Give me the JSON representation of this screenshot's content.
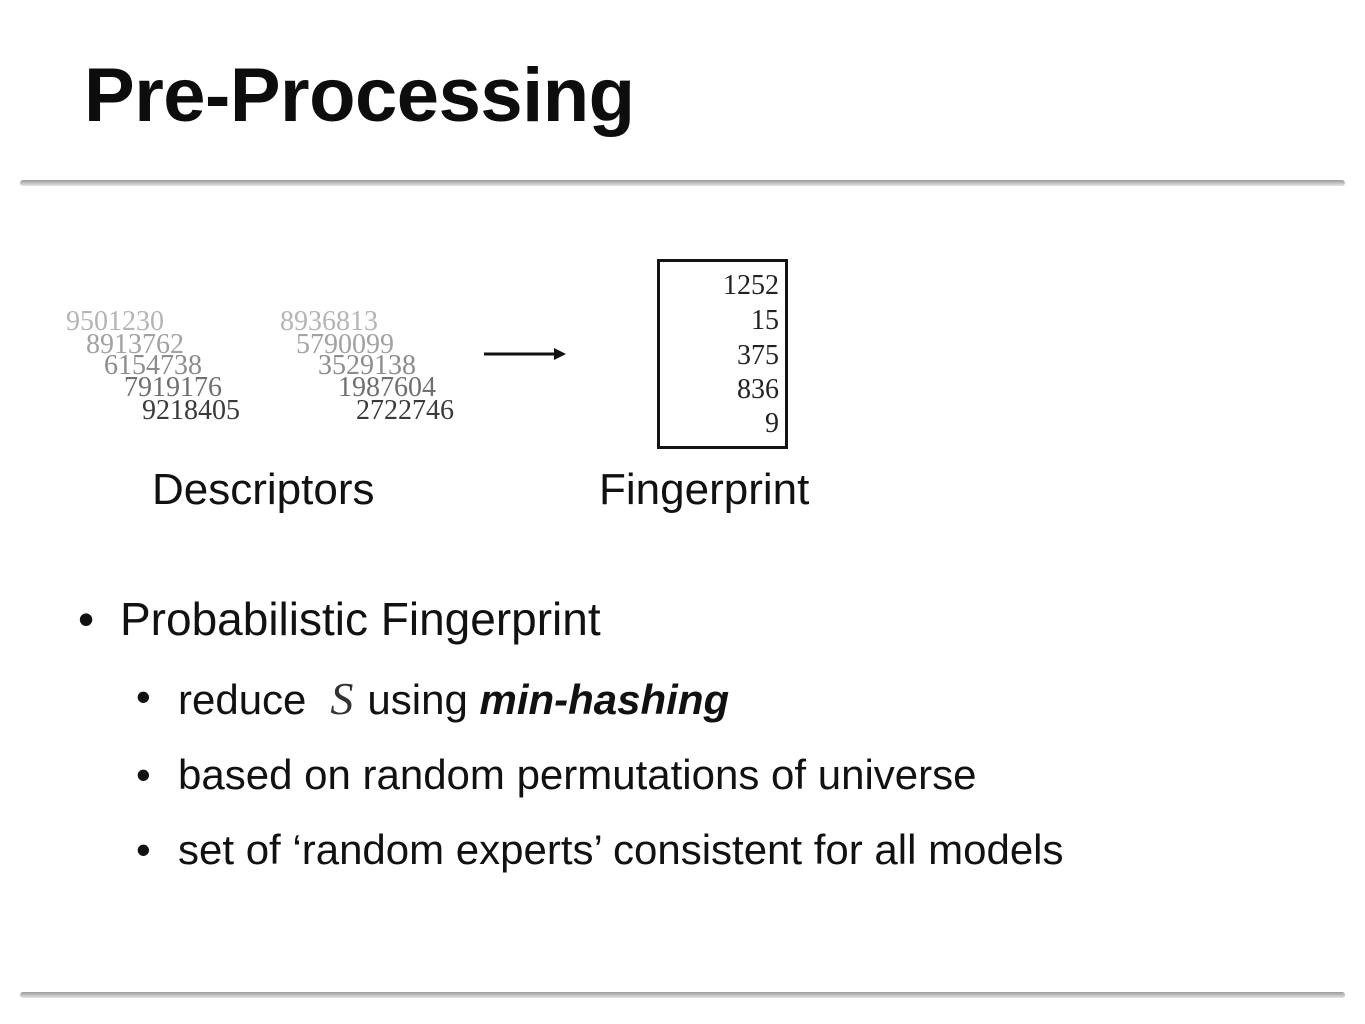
{
  "slide": {
    "title": "Pre-Processing"
  },
  "diagram": {
    "descriptor_sets": [
      [
        "9501230",
        "8913762",
        "6154738",
        "7919176",
        "9218405"
      ],
      [
        "8936813",
        "5790099",
        "3529138",
        "1987604",
        "2722746"
      ]
    ],
    "descriptors_label": "Descriptors",
    "fingerprint_values": [
      "1252",
      "15",
      "375",
      "836",
      "9"
    ],
    "fingerprint_label": "Fingerprint",
    "arrow_icon": "right-arrow-icon",
    "descriptor_shades": [
      "#b5b5b5",
      "#a2a2a2",
      "#8c8c8c",
      "#6f6f6f",
      "#3a3a3a"
    ]
  },
  "bullets": {
    "main": "Probabilistic Fingerprint",
    "sub": [
      {
        "before": "reduce",
        "symbol": "S",
        "middle": "using",
        "emphasis": "min-hashing"
      },
      {
        "text": "based on random permutations of universe"
      },
      {
        "text": "set of ‘random experts’ consistent for all models"
      }
    ],
    "bullet_char": "•"
  }
}
